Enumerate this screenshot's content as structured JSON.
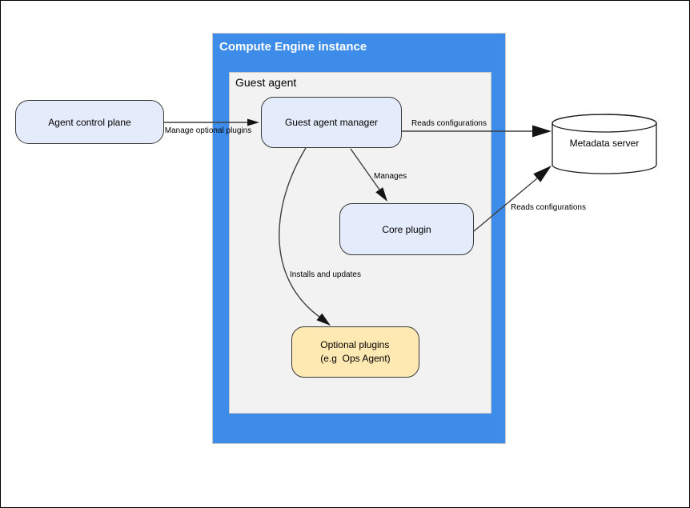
{
  "colors": {
    "canvas_bg": "#ffffff",
    "canvas_border": "#000000",
    "container_blue": "#3e8ce9",
    "container_border": "#c9c9c9",
    "container_gray": "#f2f2f2",
    "node_blue_fill": "#e4ebfa",
    "node_yellow_fill": "#ffe9b3",
    "node_border": "#383838",
    "cylinder_fill": "#ffffff",
    "cylinder_border": "#1a1a1a",
    "edge_color": "#3f3f3f",
    "arrowhead_color": "#141414",
    "title_color": "#ffffff",
    "text_color": "#000000"
  },
  "containers": {
    "compute_engine": {
      "label": "Compute Engine instance"
    },
    "guest_agent": {
      "label": "Guest agent"
    }
  },
  "nodes": {
    "agent_control_plane": {
      "label": "Agent control plane"
    },
    "guest_agent_manager": {
      "label": "Guest agent manager"
    },
    "core_plugin": {
      "label": "Core plugin"
    },
    "optional_plugins": {
      "line1": "Optional plugins",
      "line2": "(e.g  Ops Agent)"
    },
    "metadata_server": {
      "label": "Metadata server"
    }
  },
  "edges": {
    "manage_optional_plugins": {
      "label": "Manage optional plugins",
      "from": "agent_control_plane",
      "to": "guest_agent_manager"
    },
    "reads_configurations_manager": {
      "label": "Reads configurations",
      "from": "guest_agent_manager",
      "to": "metadata_server"
    },
    "manages": {
      "label": "Manages",
      "from": "guest_agent_manager",
      "to": "core_plugin"
    },
    "reads_configurations_core": {
      "label": "Reads configurations",
      "from": "core_plugin",
      "to": "metadata_server"
    },
    "installs_and_updates": {
      "label": "Installs and updates",
      "from": "guest_agent_manager",
      "to": "optional_plugins"
    }
  }
}
